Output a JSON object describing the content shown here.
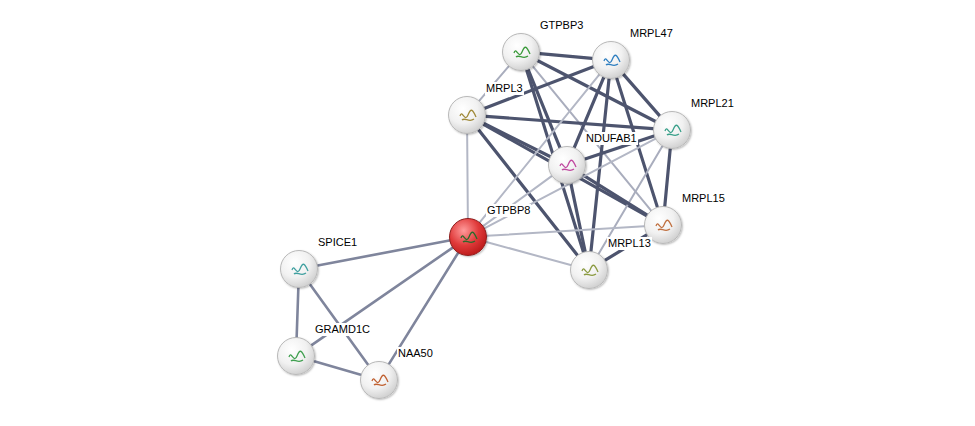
{
  "diagram": {
    "nodes": [
      {
        "text": [
          "GTPBP3"
        ]
      },
      {
        "text": [
          "MRPL47"
        ]
      },
      {
        "text": [
          "MRPL3"
        ]
      },
      {
        "text": [
          "MRPL21"
        ]
      },
      {
        "text": [
          "NDUFAB1"
        ]
      },
      {
        "text": [
          "GTPBP8"
        ]
      },
      {
        "text": [
          "MRPL15"
        ]
      },
      {
        "text": [
          "MRPL13"
        ]
      },
      {
        "text": [
          "SPICE1"
        ]
      },
      {
        "text": [
          "GRAMD1C"
        ]
      },
      {
        "text": [
          "NAA50"
        ]
      }
    ],
    "edges": [
      {
        "from": 0,
        "to": 1,
        "arrow": "none"
      },
      {
        "from": 0,
        "to": 2,
        "arrow": "none"
      },
      {
        "from": 0,
        "to": 3,
        "arrow": "none"
      },
      {
        "from": 0,
        "to": 4,
        "arrow": "none"
      },
      {
        "from": 0,
        "to": 6,
        "arrow": "none"
      },
      {
        "from": 0,
        "to": 7,
        "arrow": "none"
      },
      {
        "from": 1,
        "to": 2,
        "arrow": "none"
      },
      {
        "from": 1,
        "to": 3,
        "arrow": "none"
      },
      {
        "from": 1,
        "to": 4,
        "arrow": "none"
      },
      {
        "from": 1,
        "to": 6,
        "arrow": "none"
      },
      {
        "from": 1,
        "to": 7,
        "arrow": "none"
      },
      {
        "from": 2,
        "to": 3,
        "arrow": "none"
      },
      {
        "from": 2,
        "to": 4,
        "arrow": "none"
      },
      {
        "from": 2,
        "to": 6,
        "arrow": "none"
      },
      {
        "from": 2,
        "to": 7,
        "arrow": "none"
      },
      {
        "from": 3,
        "to": 4,
        "arrow": "none"
      },
      {
        "from": 3,
        "to": 6,
        "arrow": "none"
      },
      {
        "from": 3,
        "to": 7,
        "arrow": "none"
      },
      {
        "from": 4,
        "to": 6,
        "arrow": "none"
      },
      {
        "from": 4,
        "to": 7,
        "arrow": "none"
      },
      {
        "from": 6,
        "to": 7,
        "arrow": "none"
      },
      {
        "from": 5,
        "to": 2,
        "arrow": "none"
      },
      {
        "from": 5,
        "to": 1,
        "arrow": "none"
      },
      {
        "from": 5,
        "to": 4,
        "arrow": "none"
      },
      {
        "from": 5,
        "to": 3,
        "arrow": "none"
      },
      {
        "from": 5,
        "to": 6,
        "arrow": "none"
      },
      {
        "from": 5,
        "to": 7,
        "arrow": "none"
      },
      {
        "from": 5,
        "to": 8,
        "arrow": "none"
      },
      {
        "from": 5,
        "to": 9,
        "arrow": "none"
      },
      {
        "from": 5,
        "to": 10,
        "arrow": "none"
      },
      {
        "from": 8,
        "to": 9,
        "arrow": "none"
      },
      {
        "from": 8,
        "to": 10,
        "arrow": "none"
      },
      {
        "from": 9,
        "to": 10,
        "arrow": "none"
      }
    ]
  }
}
